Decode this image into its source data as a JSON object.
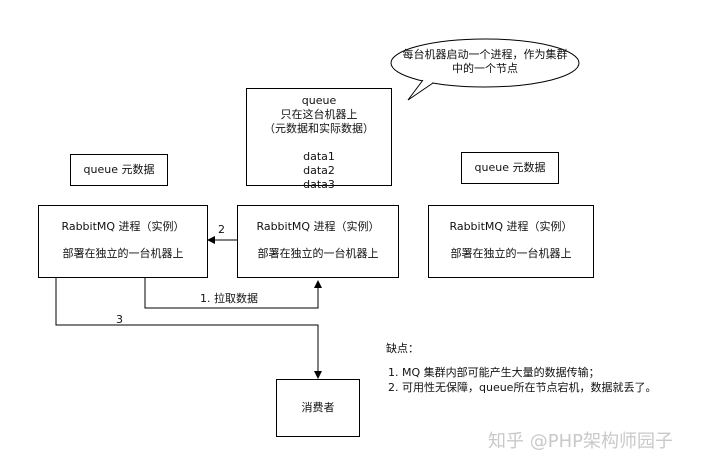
{
  "bubble": {
    "line1": "每台机器启动一个进程，作为集群",
    "line2": "中的一个节点"
  },
  "queue_box": {
    "lines": [
      "queue",
      "只在这台机器上",
      "（元数据和实际数据）",
      "",
      "data1",
      "data2",
      "data3"
    ]
  },
  "meta_left": "queue 元数据",
  "meta_right": "queue 元数据",
  "node_left": {
    "title": "RabbitMQ 进程（实例）",
    "desc": "部署在独立的一台机器上"
  },
  "node_mid": {
    "title": "RabbitMQ 进程（实例）",
    "desc": "部署在独立的一台机器上"
  },
  "node_right": {
    "title": "RabbitMQ 进程（实例）",
    "desc": "部署在独立的一台机器上"
  },
  "arrows": {
    "a2": "2",
    "a1": "1. 拉取数据",
    "a3": "3"
  },
  "consumer": "消费者",
  "cons": {
    "title": "缺点：",
    "items": [
      "1. MQ 集群内部可能产生大量的数据传输；",
      "2. 可用性无保障，queue所在节点宕机，数据就丢了。"
    ]
  },
  "watermark": "知乎 @PHP架构师园子"
}
